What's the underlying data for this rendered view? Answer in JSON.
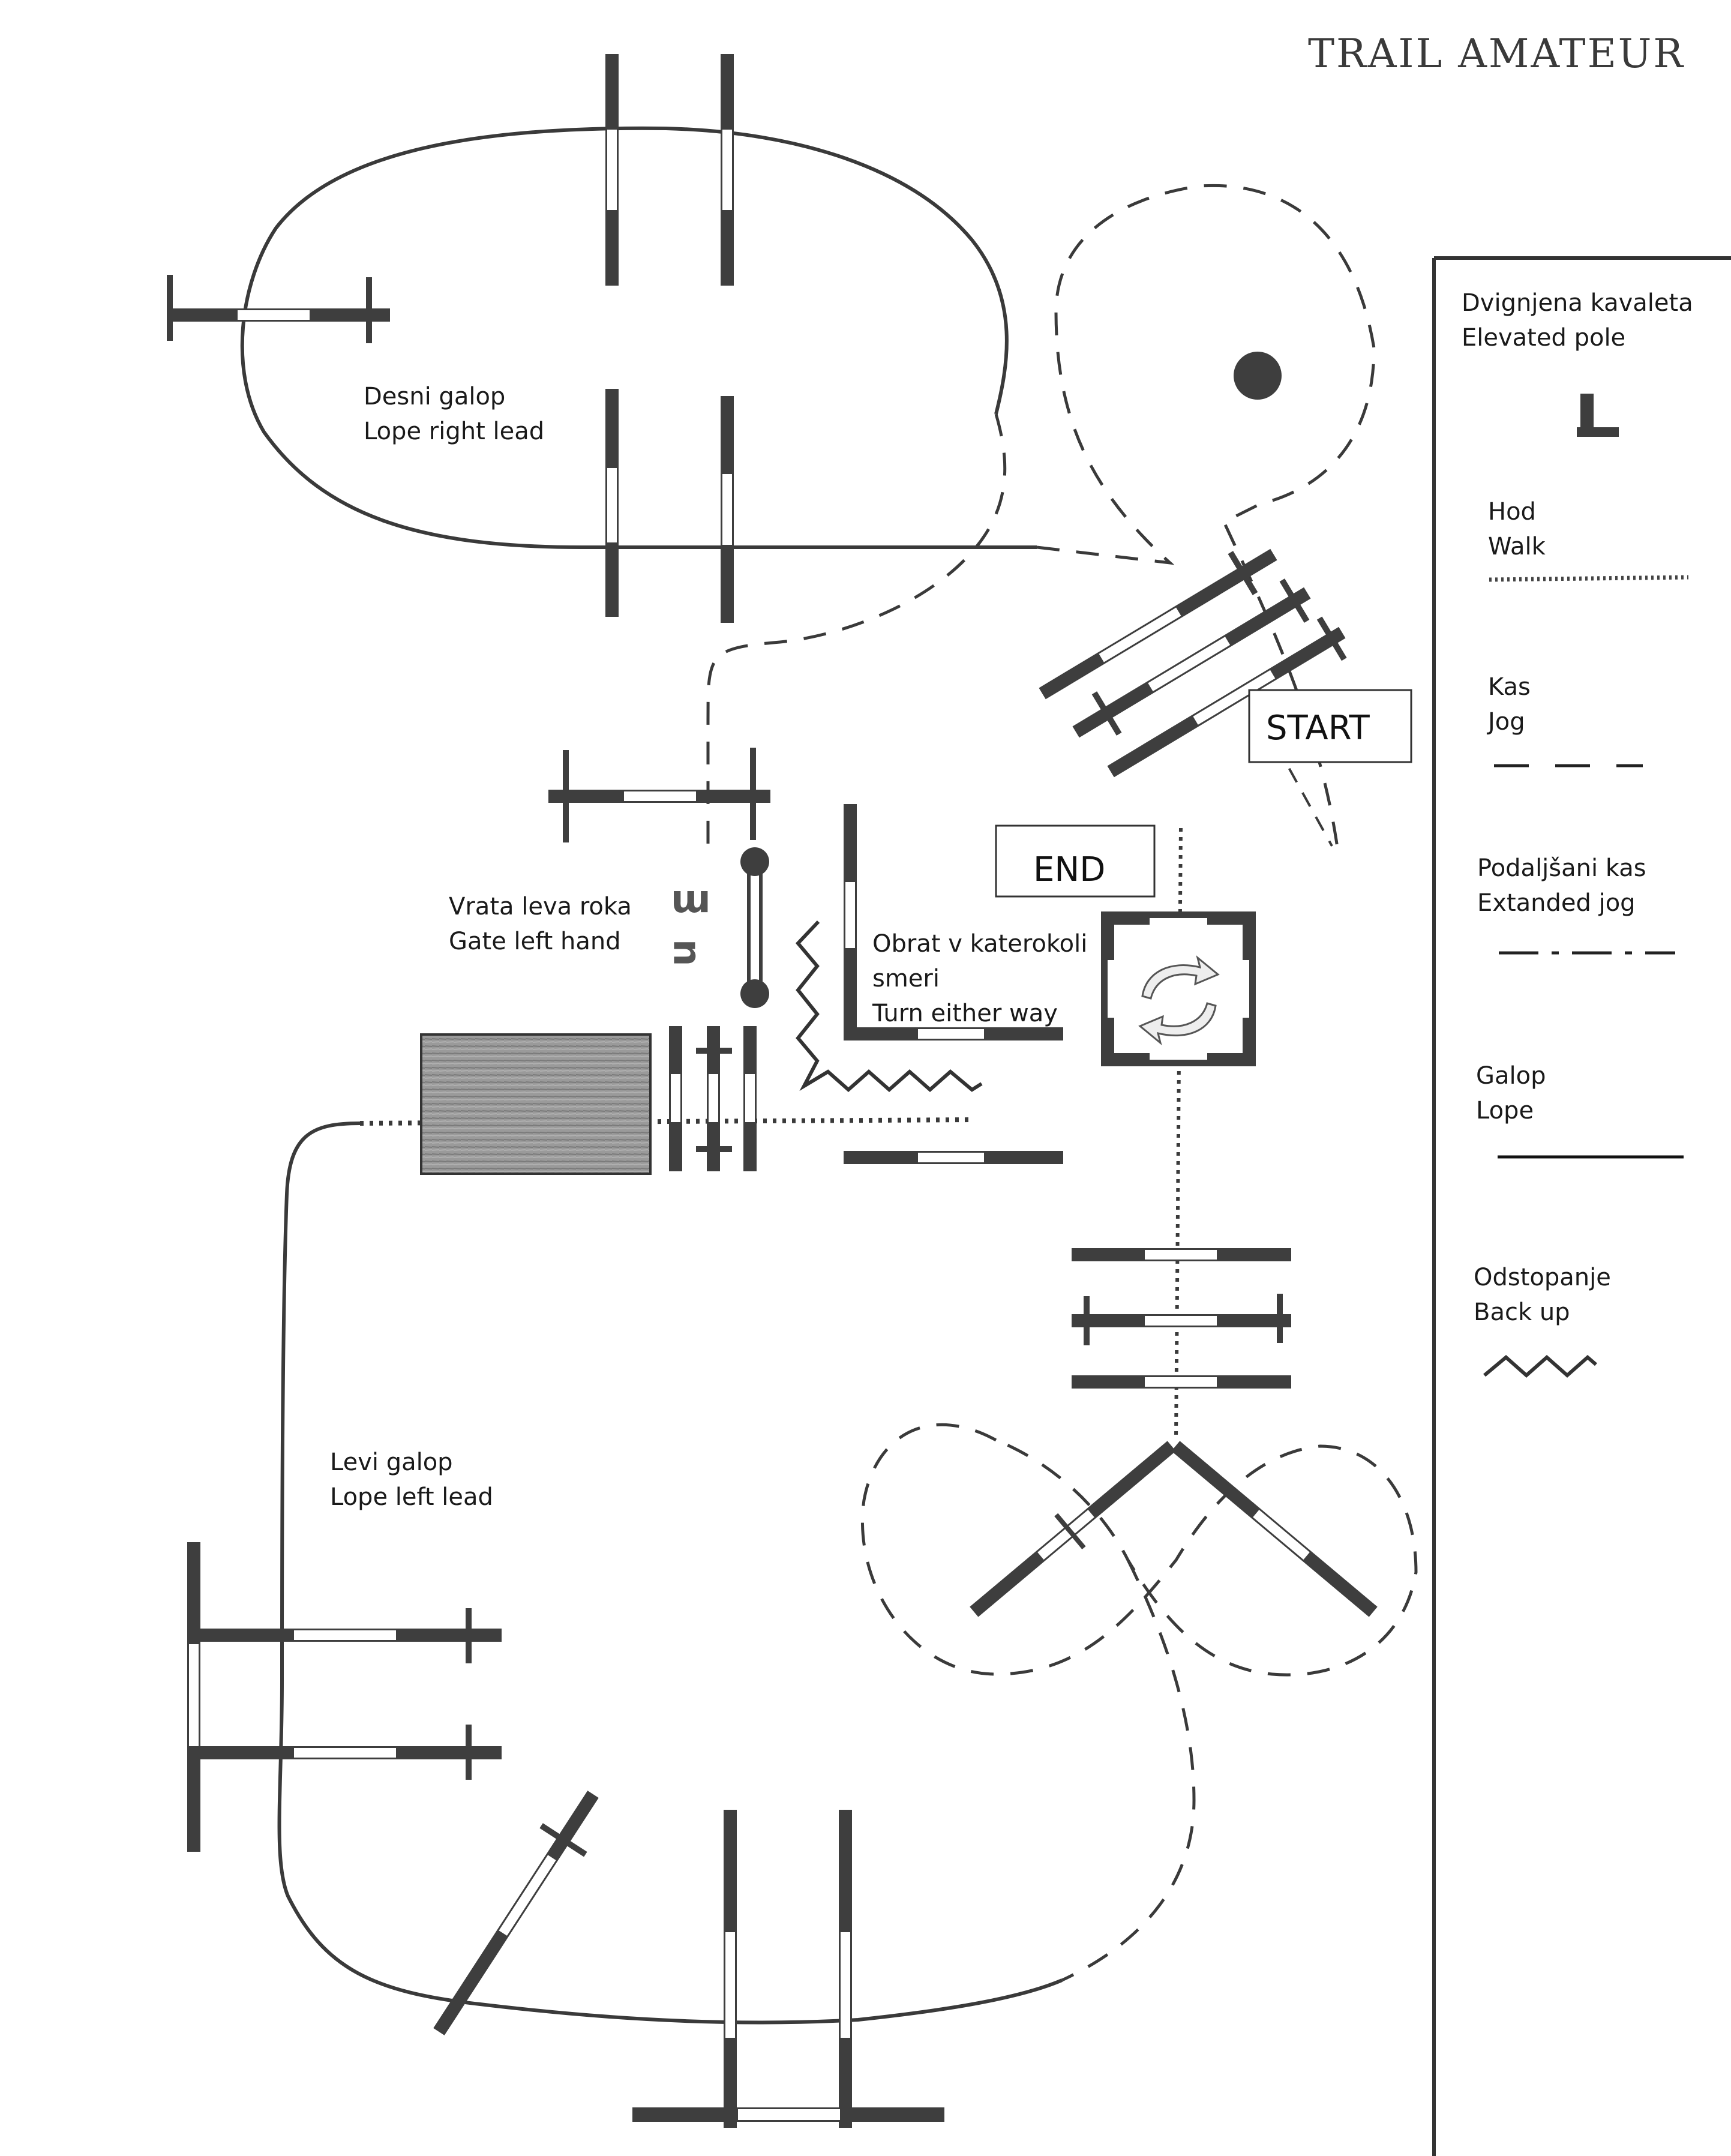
{
  "title": "TRAIL AMATEUR",
  "start_label": "START",
  "end_label": "END",
  "course_labels": {
    "right_lead": [
      "Desni galop",
      "Lope right lead"
    ],
    "gate": [
      "Vrata leva roka",
      "Gate left hand"
    ],
    "turn": [
      "Obrat v katerokoli",
      "smeri",
      "Turn either way"
    ],
    "left_lead": [
      "Levi galop",
      "Lope left lead"
    ]
  },
  "legend": [
    {
      "sl": "Dvignjena kavaleta",
      "en": "Elevated pole",
      "symbol": "elevated-pole"
    },
    {
      "sl": "Hod",
      "en": "Walk",
      "symbol": "dotted-line"
    },
    {
      "sl": "Kas",
      "en": "Jog",
      "symbol": "dashed-line"
    },
    {
      "sl": "Podaljšani kas",
      "en": "Extanded jog",
      "symbol": "dash-dot-line"
    },
    {
      "sl": "Galop",
      "en": "Lope",
      "symbol": "solid-line"
    },
    {
      "sl": "Odstopanje",
      "en": "Back up",
      "symbol": "zigzag-line"
    }
  ],
  "colors": {
    "pole_dark": "#3e3e3e",
    "pole_light": "#ffffff",
    "path": "#3a3a3a",
    "box_fill": "#8a8a8a"
  }
}
